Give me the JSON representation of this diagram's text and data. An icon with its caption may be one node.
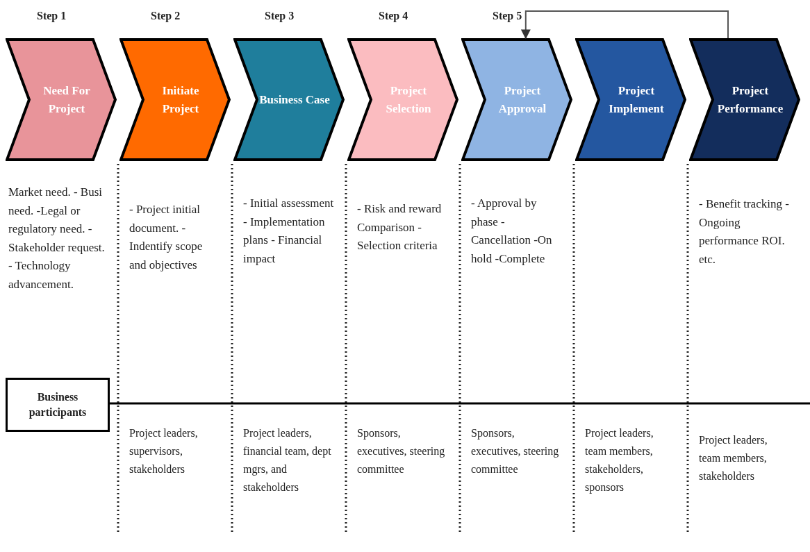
{
  "diagram": {
    "nodes": [
      {
        "text": [
          "Need For Project"
        ],
        "beside": [
          "Step 1",
          "Market need. - Busi need. -Legal or regulatory need. - Stakeholder request. - Technology advancement."
        ]
      },
      {
        "text": [
          "Initiate Project"
        ],
        "beside": [
          "Step 2",
          "- Project initial document. - Indentify scope and objectives"
        ]
      },
      {
        "text": [
          "Business Case"
        ],
        "beside": [
          "Step 3",
          "- Initial assessment - Implementation plans - Financial impact"
        ]
      },
      {
        "text": [
          "Project Selection"
        ],
        "beside": [
          "Step 4",
          "- Risk and reward Comparison - Selection criteria"
        ]
      },
      {
        "text": [
          "Project Approval"
        ],
        "beside": [
          "Step 5",
          "- Approval by phase - Cancellation -On hold -Complete"
        ]
      },
      {
        "text": [
          "Project Implement"
        ]
      },
      {
        "text": [
          "Project Performance"
        ],
        "beside": [
          "- Benefit tracking -Ongoing performance ROI. etc."
        ]
      },
      {
        "text": [
          "Business participants"
        ]
      }
    ],
    "edges": [
      {
        "from": 6,
        "to": 4,
        "arrow": "to"
      }
    ],
    "labels": [
      "Project leaders, supervisors, stakeholders",
      "Project leaders, financial team, dept mgrs, and stakeholders",
      "Sponsors, executives, steering committee",
      "Sponsors, executives, steering committee",
      "Project leaders, team members, stakeholders, sponsors",
      "Project leaders, team members, stakeholders"
    ]
  }
}
